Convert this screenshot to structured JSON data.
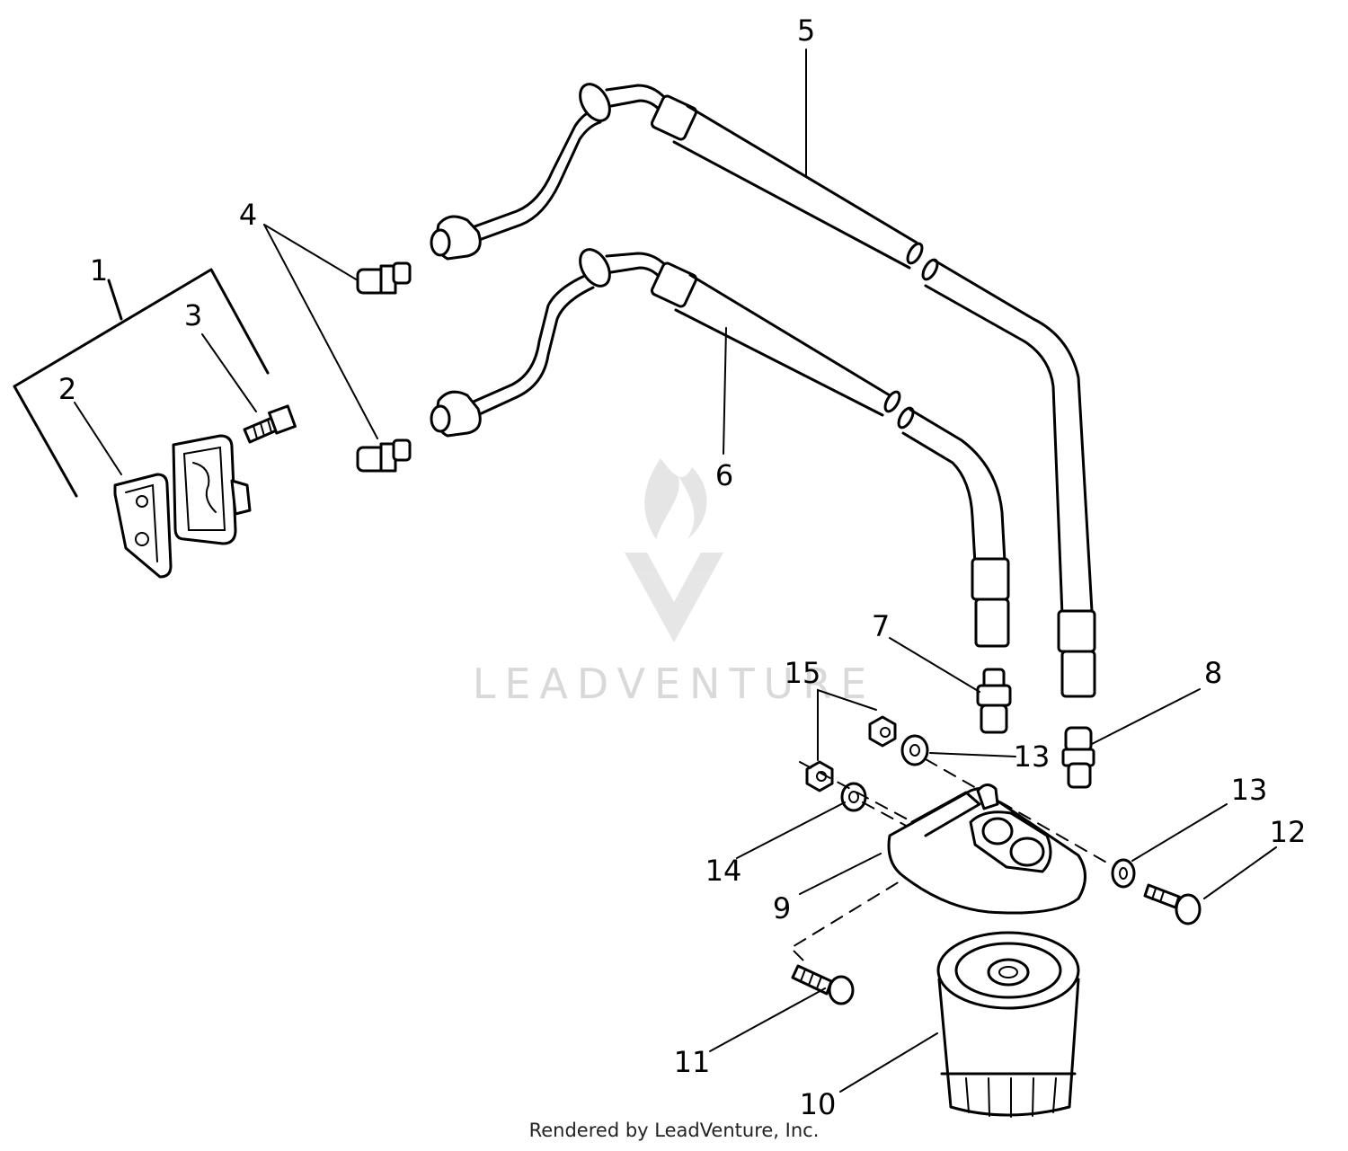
{
  "labels": [
    "1",
    "2",
    "3",
    "4",
    "5",
    "6",
    "7",
    "8",
    "9",
    "10",
    "11",
    "12",
    "13",
    "13",
    "14",
    "15"
  ],
  "watermark": "LEADVENTURE",
  "footer": "Rendered by LeadVenture, Inc."
}
